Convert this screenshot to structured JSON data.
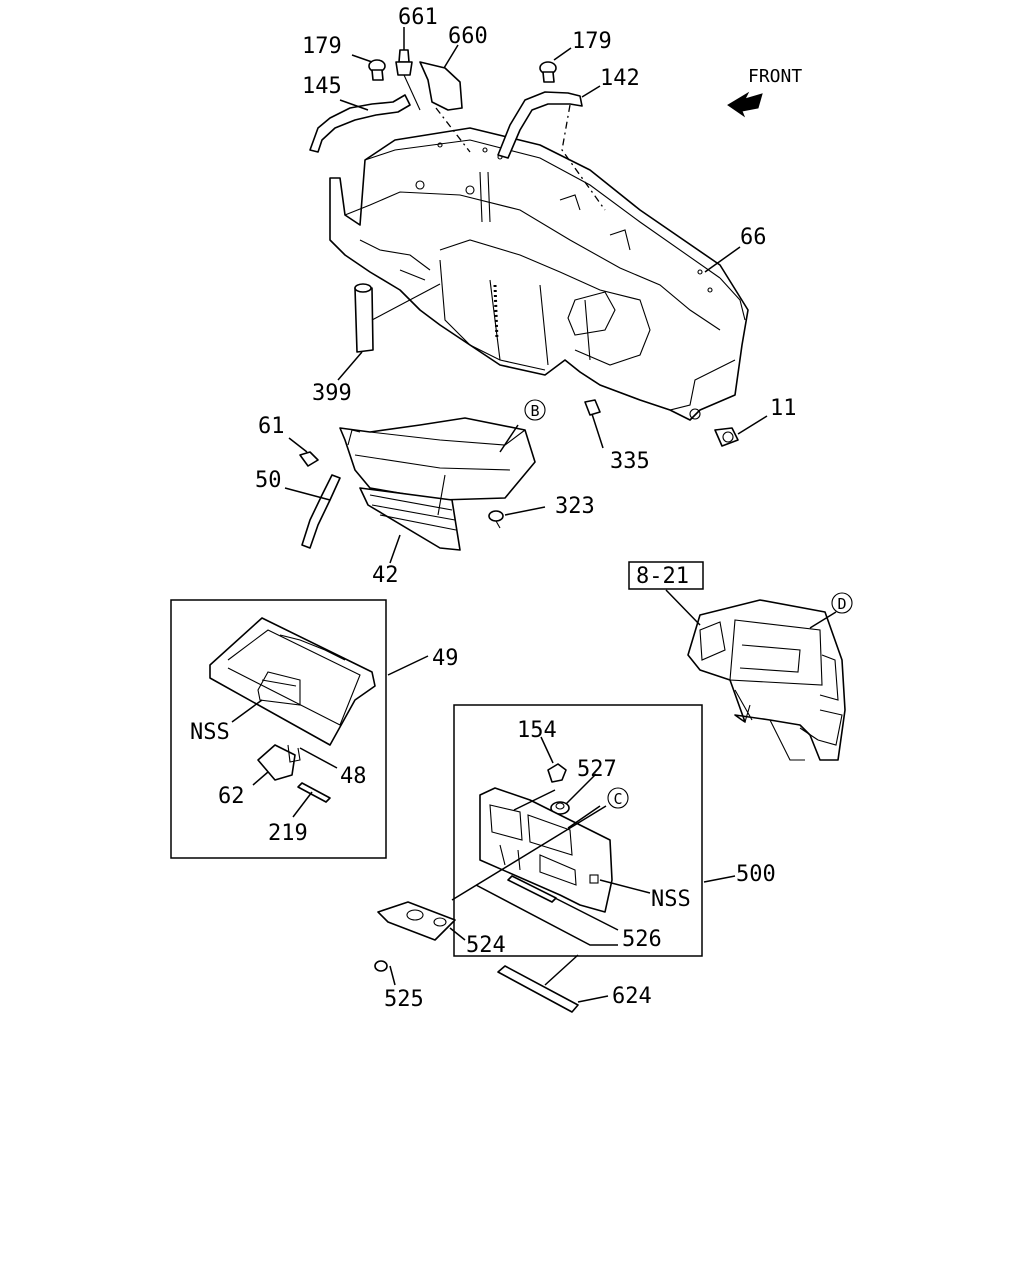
{
  "front_label": "FRONT",
  "ref_box": "8-21",
  "callouts": {
    "B": "B",
    "C": "C",
    "D": "D"
  },
  "labels": {
    "p661": "661",
    "p660": "660",
    "p179a": "179",
    "p179b": "179",
    "p145": "145",
    "p142": "142",
    "p66": "66",
    "p399": "399",
    "p61": "61",
    "p335": "335",
    "p11": "11",
    "p50": "50",
    "p323": "323",
    "p42": "42",
    "p49": "49",
    "nss1": "NSS",
    "p48": "48",
    "p62": "62",
    "p219": "219",
    "p154": "154",
    "p527": "527",
    "p500": "500",
    "nss2": "NSS",
    "p526": "526",
    "p524": "524",
    "p525": "525",
    "p624": "624"
  }
}
